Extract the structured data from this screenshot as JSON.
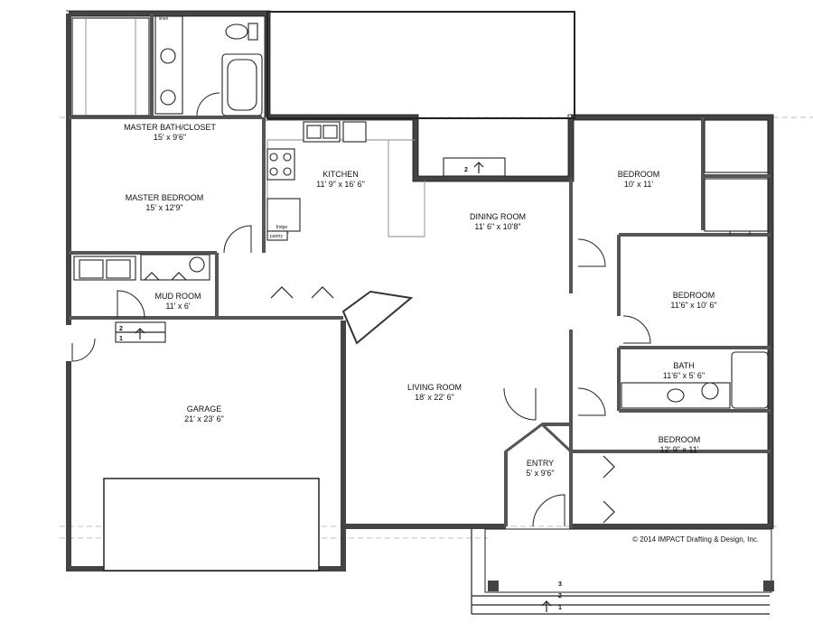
{
  "rooms": {
    "master_bath": {
      "name": "MASTER BATH/CLOSET",
      "dims": "15' x 9'6\""
    },
    "master_bedroom": {
      "name": "MASTER BEDROOM",
      "dims": "15' x 12'9\""
    },
    "kitchen": {
      "name": "KITCHEN",
      "dims": "11' 9\" x 16' 6\""
    },
    "dining_room": {
      "name": "DINING ROOM",
      "dims": "11' 6\" x 10'8\""
    },
    "bedroom_1": {
      "name": "BEDROOM",
      "dims": "10' x 11'"
    },
    "bedroom_2": {
      "name": "BEDROOM",
      "dims": "11'6\" x 10' 6\""
    },
    "bath": {
      "name": "BATH",
      "dims": "11'6\" x 5' 6\""
    },
    "mud_room": {
      "name": "MUD ROOM",
      "dims": "11' x 6'"
    },
    "living_room": {
      "name": "LIVING ROOM",
      "dims": "18' x 22' 6\""
    },
    "garage": {
      "name": "GARAGE",
      "dims": "21' x 23' 6\""
    },
    "entry": {
      "name": "ENTRY",
      "dims": "5' x 9'6\""
    },
    "bedroom_3": {
      "name": "BEDROOM",
      "dims": "12' 9\" x 11'"
    }
  },
  "small_labels": {
    "linen": "linen",
    "fridge": "fridge",
    "pantry": "pantry"
  },
  "step_markers": {
    "mud": [
      "2",
      "1"
    ],
    "dining": [
      "2"
    ],
    "porch": [
      "3",
      "2",
      "1"
    ]
  },
  "copyright": "© 2014 IMPACT Drafting & Design, Inc."
}
